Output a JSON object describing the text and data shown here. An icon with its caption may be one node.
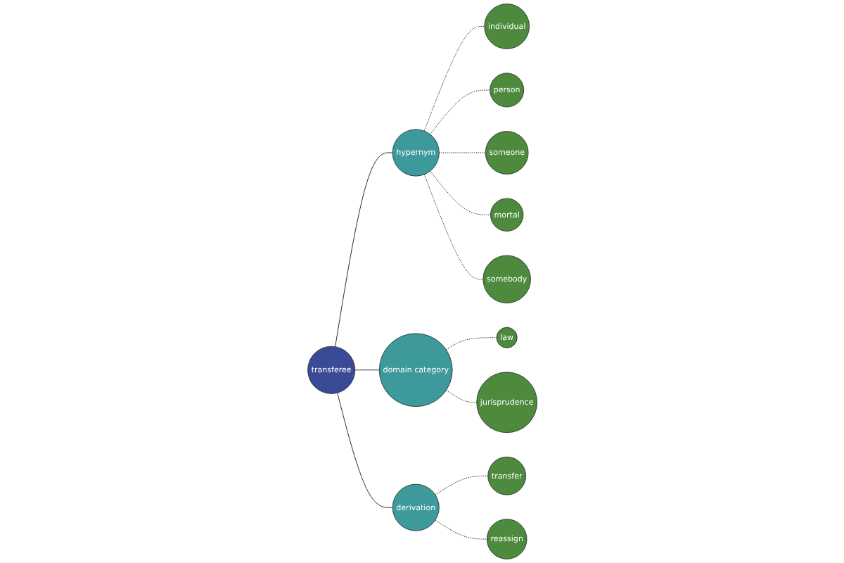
{
  "diagram": {
    "nodes": [
      {
        "text": [
          "law"
        ]
      },
      {
        "text": [
          "jurisprudence"
        ]
      },
      {
        "text": [
          "domain category"
        ]
      },
      {
        "text": [
          "individual"
        ]
      },
      {
        "text": [
          "person"
        ]
      },
      {
        "text": [
          "someone"
        ]
      },
      {
        "text": [
          "hypernym"
        ]
      },
      {
        "text": [
          "transferee"
        ]
      },
      {
        "text": [
          "mortal"
        ]
      },
      {
        "text": [
          "somebody"
        ]
      },
      {
        "text": [
          "derivation"
        ]
      },
      {
        "text": [
          "transfer"
        ]
      },
      {
        "text": [
          "reassign"
        ]
      }
    ],
    "edges": [
      {
        "from": 7,
        "to": 6,
        "arrow": "none"
      },
      {
        "from": 7,
        "to": 2,
        "arrow": "none"
      },
      {
        "from": 7,
        "to": 10,
        "arrow": "none"
      },
      {
        "from": 6,
        "to": 3,
        "arrow": "none",
        "style": "dashed"
      },
      {
        "from": 6,
        "to": 4,
        "arrow": "none",
        "style": "dashed"
      },
      {
        "from": 6,
        "to": 5,
        "arrow": "none",
        "style": "dashed"
      },
      {
        "from": 6,
        "to": 8,
        "arrow": "none",
        "style": "dashed"
      },
      {
        "from": 6,
        "to": 9,
        "arrow": "none",
        "style": "dashed"
      },
      {
        "from": 2,
        "to": 0,
        "arrow": "none",
        "style": "dashed"
      },
      {
        "from": 2,
        "to": 1,
        "arrow": "none",
        "style": "dashed"
      },
      {
        "from": 10,
        "to": 11,
        "arrow": "none",
        "style": "dashed"
      },
      {
        "from": 10,
        "to": 12,
        "arrow": "none",
        "style": "dashed"
      }
    ]
  }
}
